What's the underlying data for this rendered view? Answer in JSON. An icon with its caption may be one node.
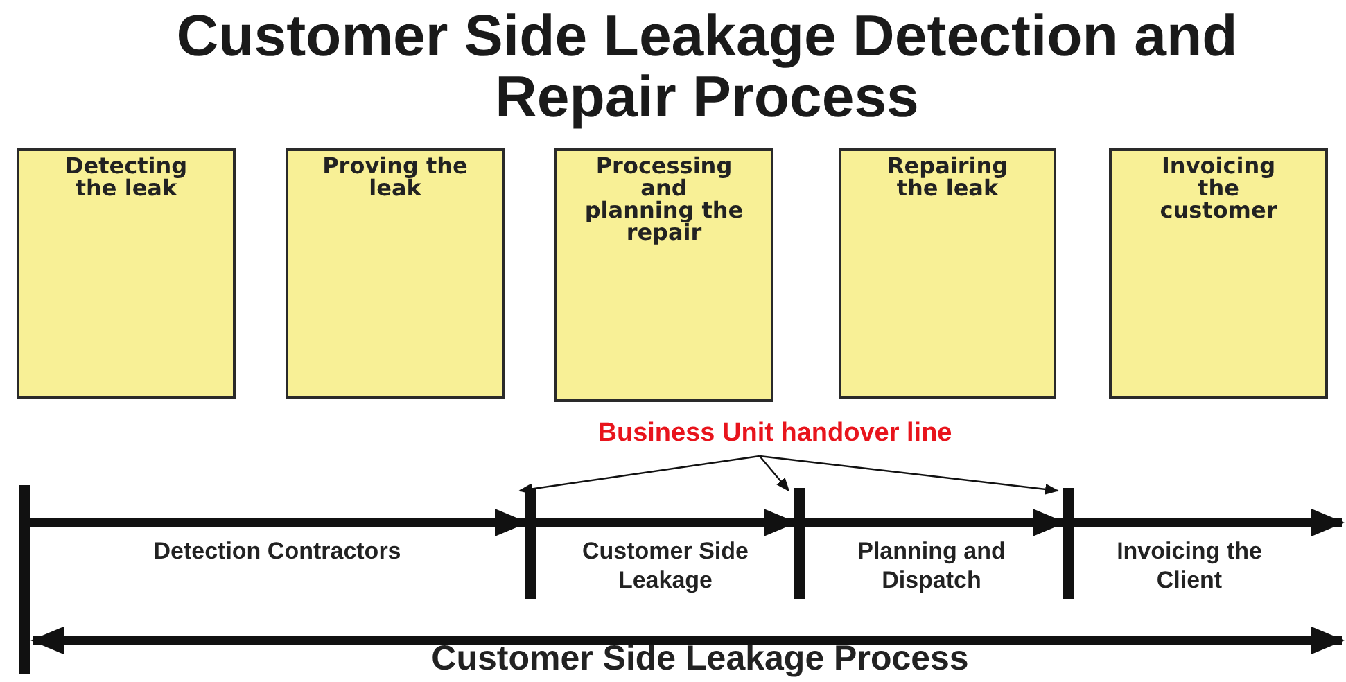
{
  "diagram": {
    "title": "Customer Side Leakage Detection and Repair Process",
    "nodes": [
      {
        "text": [
          "Detecting the leak"
        ]
      },
      {
        "text": [
          "Proving the leak"
        ]
      },
      {
        "text": [
          "Processing and planning the repair"
        ]
      },
      {
        "text": [
          "Repairing the leak"
        ]
      },
      {
        "text": [
          "Invoicing the customer"
        ]
      },
      {
        "text": [
          "Business Unit handover line"
        ]
      },
      {
        "text": [],
        "shape": "bar"
      },
      {
        "text": [],
        "shape": "bar"
      },
      {
        "text": [],
        "shape": "bar"
      },
      {
        "text": [],
        "shape": "bar"
      }
    ],
    "edges": [
      {
        "from": 5,
        "to": 7,
        "arrow": "to"
      },
      {
        "from": 5,
        "to": 8,
        "arrow": "to"
      },
      {
        "from": 5,
        "to": 9,
        "arrow": "to"
      },
      {
        "from": 6,
        "to": 7,
        "arrow": "to"
      },
      {
        "from": 7,
        "to": 8,
        "arrow": "to"
      },
      {
        "from": 8,
        "to": 9,
        "arrow": "to"
      },
      {
        "from": 9,
        "to": null,
        "arrow": "to"
      }
    ],
    "labels": [
      "Detection Contractors",
      "Customer Side Leakage",
      "Planning and Dispatch",
      "Invoicing the Client",
      "Customer Side Leakage Process"
    ]
  }
}
